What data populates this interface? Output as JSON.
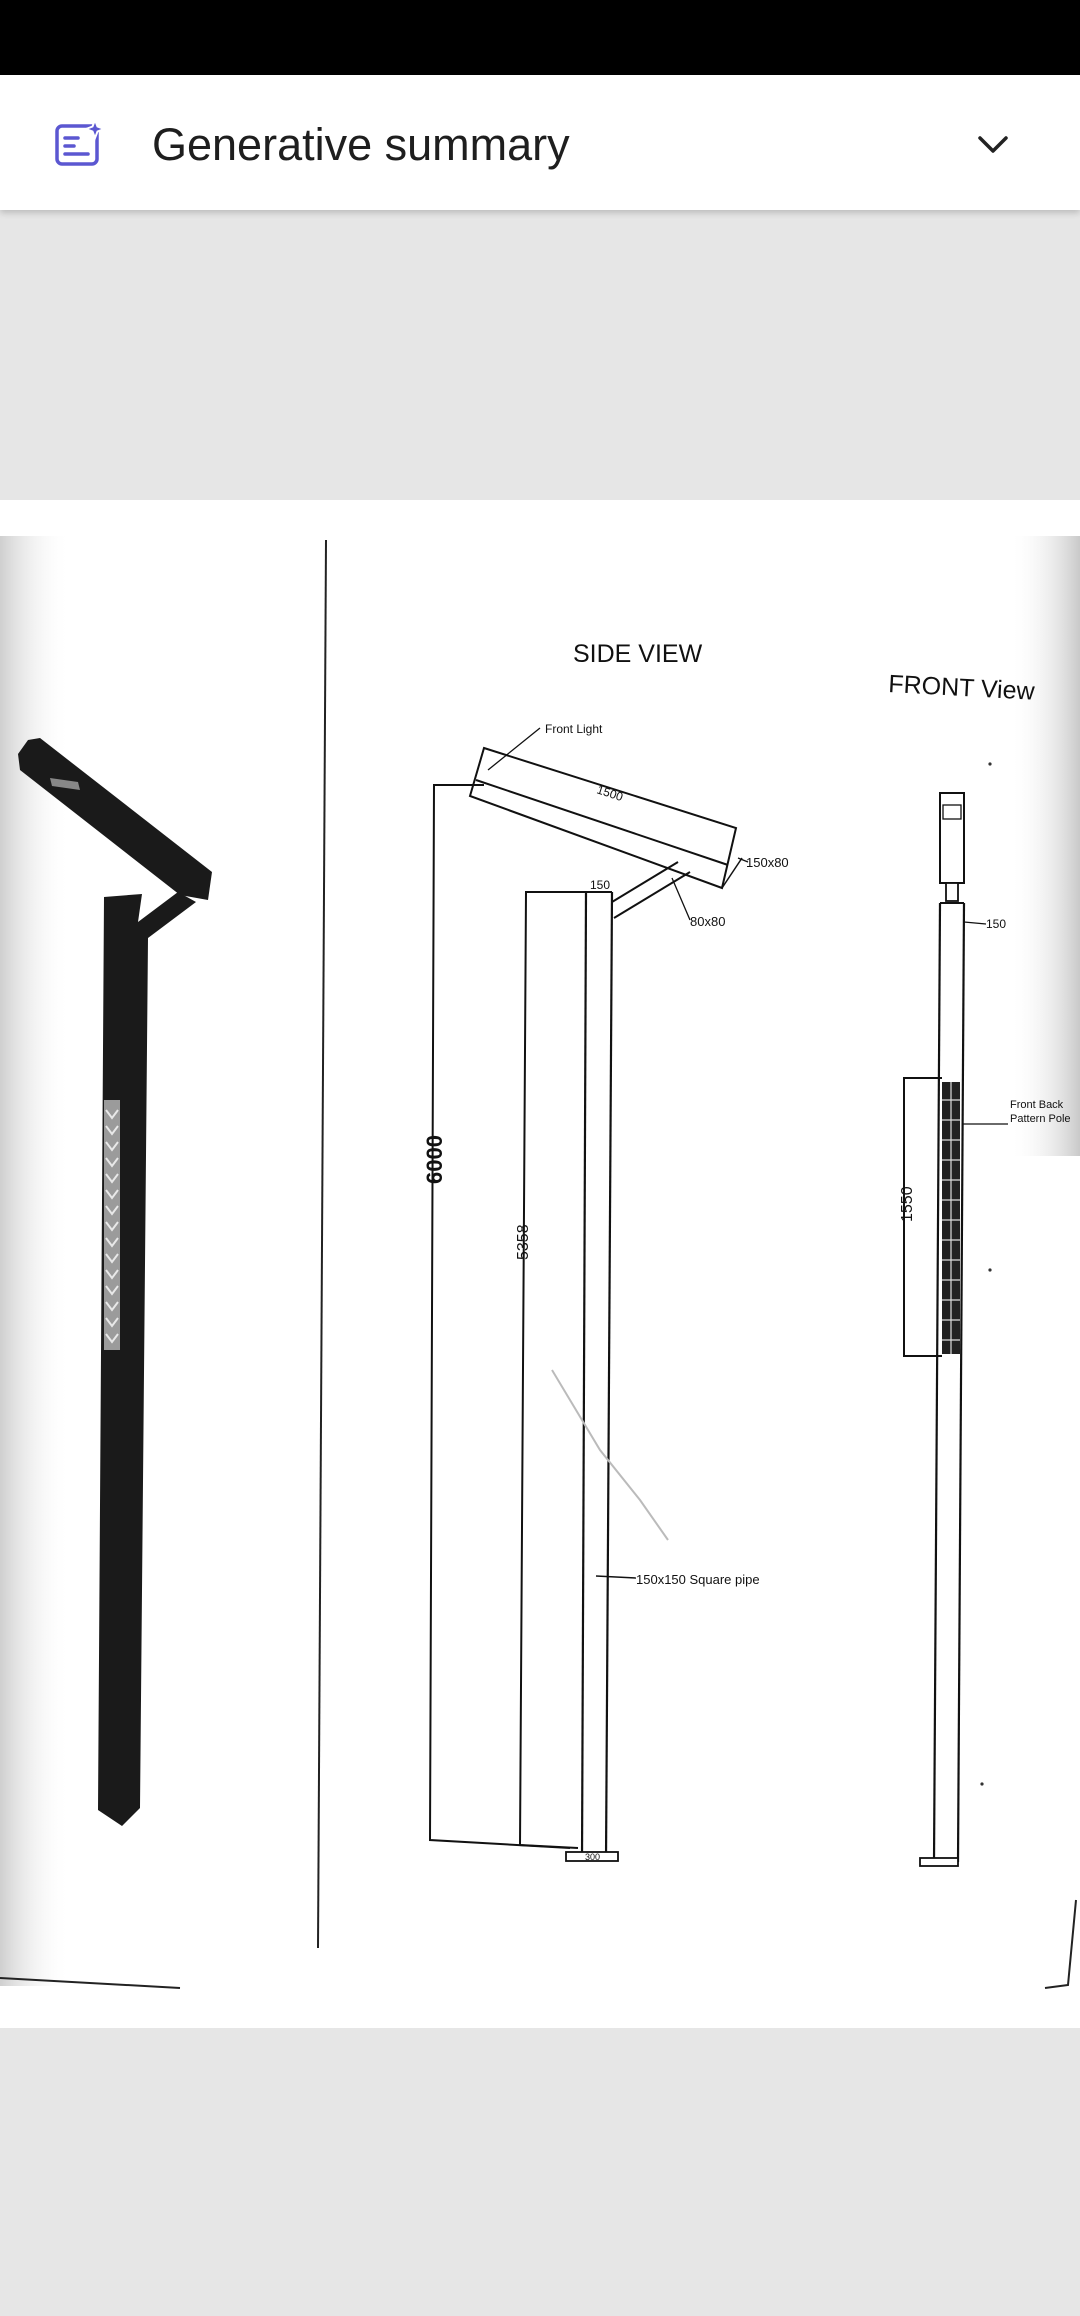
{
  "header": {
    "title": "Generative summary",
    "icon": "generative-summary-icon",
    "toggle_icon": "chevron-down-icon"
  },
  "colors": {
    "accent": "#5b57d1",
    "status_bar": "#000000",
    "page_background": "#e6e6e6"
  },
  "drawing": {
    "side_view_title": "SIDE VIEW",
    "front_view_title": "FRONT View",
    "front_light_label": "Front Light",
    "arm_length": "1500",
    "head_size": "150x80",
    "bracket_size": "80x80",
    "pole_top_width": "150",
    "total_height": "6000",
    "pole_height": "5358",
    "pipe_label": "150x150 Square pipe",
    "base_width": "300",
    "front_pole_width": "150",
    "front_pattern_label_line1": "Front Back",
    "front_pattern_label_line2": "Pattern Pole",
    "pattern_height": "1550"
  }
}
